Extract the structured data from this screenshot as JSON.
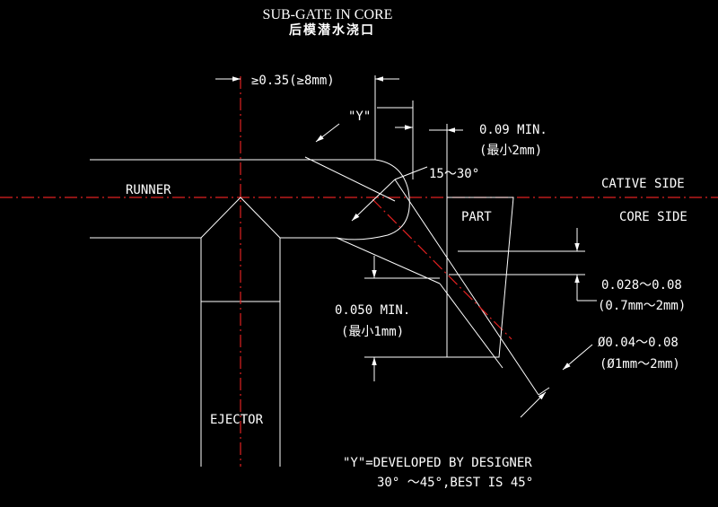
{
  "title": "SUB-GATE IN CORE",
  "subtitle_cn": "后模潜水浇口",
  "labels": {
    "runner": "RUNNER",
    "ejector": "EJECTOR",
    "part": "PART",
    "cative_side": "CATIVE SIDE",
    "core_side": "CORE SIDE"
  },
  "dims": {
    "top_width": "≥0.35(≥8mm)",
    "y_angle": "\"Y\"",
    "gate_angle": "15～30°",
    "min_009": "0.09 MIN.",
    "min_009_cn": "(最小2mm)",
    "min_050": "0.050 MIN.",
    "min_050_cn": "(最小1mm)",
    "depth": "0.028～0.08",
    "depth_mm": "(0.7mm～2mm)",
    "diameter": "Ø0.04～0.08",
    "diameter_mm": "(Ø1mm～2mm)"
  },
  "note": {
    "line1": "\"Y\"=DEVELOPED BY DESIGNER",
    "line2": "30° ～45°,BEST IS 45°"
  },
  "colors": {
    "background": "#000000",
    "line": "#ffffff",
    "centerline": "#e02020"
  }
}
